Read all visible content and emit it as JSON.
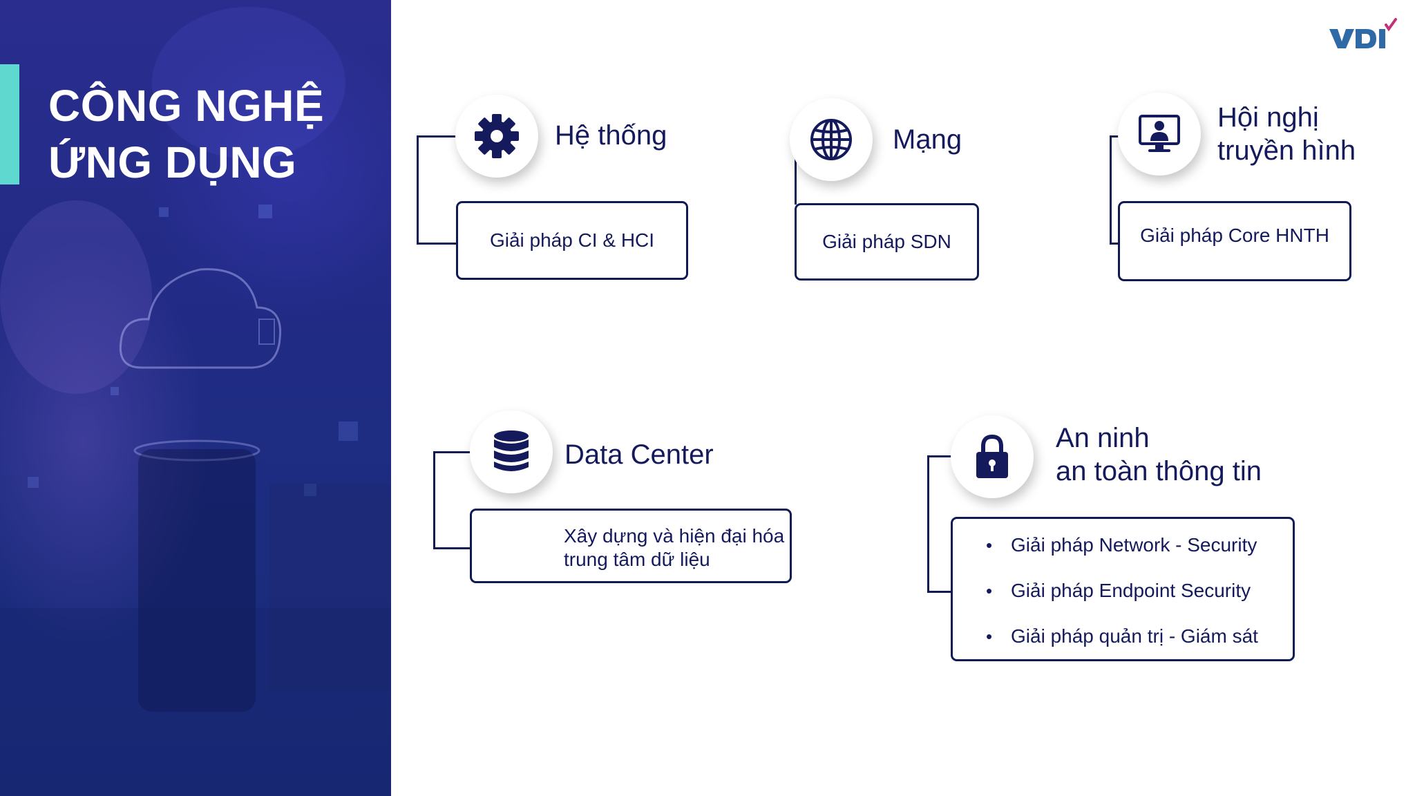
{
  "panel": {
    "title_line1": "CÔNG NGHỆ",
    "title_line2": "ỨNG DỤNG",
    "accent_color": "#5fd8cf",
    "background_color": "#1f2b82"
  },
  "logo": {
    "text": "VDI",
    "color": "#2f6aa6",
    "check_color": "#c4307a"
  },
  "colors": {
    "navy": "#141a5c",
    "border": "#0f1a55"
  },
  "cards": {
    "he_thong": {
      "icon": "gear-icon",
      "title": "Hệ thống",
      "solution": "Giải pháp CI & HCI"
    },
    "mang": {
      "icon": "globe-icon",
      "title": "Mạng",
      "solution": "Giải pháp SDN"
    },
    "hoi_nghi": {
      "icon": "video-conference-icon",
      "title_line1": "Hội nghị",
      "title_line2": "truyền hình",
      "solution": "Giải pháp Core HNTH"
    },
    "data_center": {
      "icon": "database-icon",
      "title": "Data Center",
      "solution_line1": "Xây dựng và hiện đại hóa",
      "solution_line2": "trung tâm dữ liệu"
    },
    "an_ninh": {
      "icon": "lock-icon",
      "title_line1": "An ninh",
      "title_line2": "an toàn thông tin",
      "solutions": [
        "Giải pháp Network - Security",
        "Giải pháp Endpoint Security",
        "Giải pháp quản trị - Giám sát"
      ]
    }
  }
}
